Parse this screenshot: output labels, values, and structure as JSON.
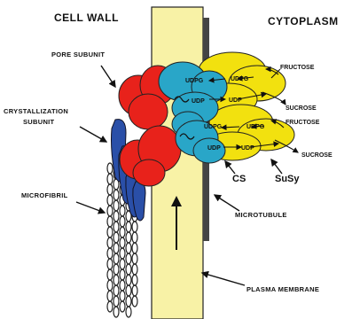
{
  "headers": {
    "cell_wall": "CELL WALL",
    "cytoplasm": "CYTOPLASM"
  },
  "labels": {
    "pore_subunit": "PORE SUBUNIT",
    "crystallization_line1": "CRYSTALLIZATION",
    "crystallization_line2": "SUBUNIT",
    "microfibril": "MICROFIBRIL",
    "microtubule": "MICROTUBULE",
    "plasma_membrane": "PLASMA MEMBRANE",
    "cs": "CS",
    "susy": "SuSy"
  },
  "molecules": {
    "udpg_top_blue": "UDPG",
    "udp_top_blue": "UDP",
    "udpg_top_yellow": "UDPG",
    "udp_top_yellow": "UDP",
    "fructose_top": "FRUCTOSE",
    "sucrose_top": "SUCROSE",
    "udpg_bot_blue": "UDPG",
    "udp_bot_blue": "UDP",
    "udpg_bot_yellow": "UDPG",
    "udp_bot_yellow": "UDP",
    "fructose_bot": "FRUCTOSE",
    "sucrose_bot": "SUCROSE"
  },
  "colors": {
    "membrane": "#f8f2a6",
    "microtubule": "#444444",
    "pore_red": "#e8221b",
    "cs_blue": "#29a6c8",
    "susy_yellow": "#f2e10f",
    "crystallization_blue": "#2a4fa8"
  }
}
